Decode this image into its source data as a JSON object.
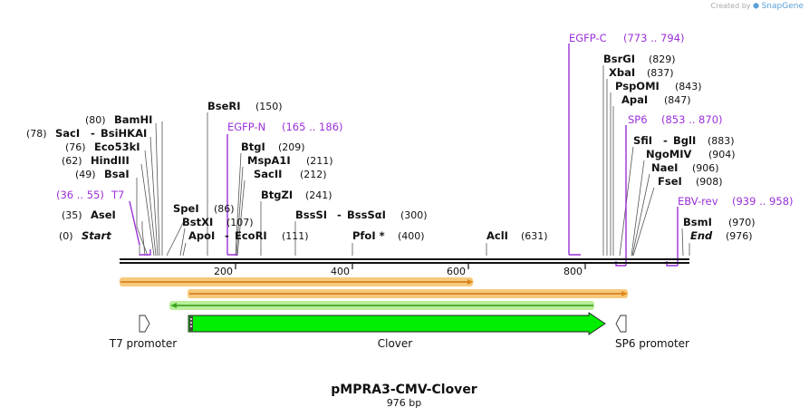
{
  "credit": {
    "text": "Created by",
    "brand": "SnapGene"
  },
  "plasmid": {
    "name": "pMPRA3-CMV-Clover",
    "size": "976 bp"
  },
  "ruler": {
    "ticks": [
      "200",
      "400",
      "600",
      "800"
    ]
  },
  "sites": [
    {
      "name": "Start",
      "pos": "(0)",
      "style": "italic"
    },
    {
      "name": "AseI",
      "pos": "(35)"
    },
    {
      "name": "T7",
      "pos": "(36 .. 55)",
      "style": "primer"
    },
    {
      "name": "BsaI",
      "pos": "(49)"
    },
    {
      "name": "HindIII",
      "pos": "(62)"
    },
    {
      "name": "Eco53kI",
      "pos": "(76)"
    },
    {
      "name": "SacI",
      "name2": "BsiHKAI",
      "pos": "(78)"
    },
    {
      "name": "BamHI",
      "pos": "(80)"
    },
    {
      "name": "SpeI",
      "pos": "(86)"
    },
    {
      "name": "BstXI",
      "pos": "(107)"
    },
    {
      "name": "ApoI",
      "name2": "EcoRI",
      "pos": "(111)"
    },
    {
      "name": "BseRI",
      "pos": "(150)"
    },
    {
      "name": "EGFP-N",
      "pos": "(165 .. 186)",
      "style": "primer"
    },
    {
      "name": "BtgI",
      "pos": "(209)"
    },
    {
      "name": "MspA1I",
      "pos": "(211)"
    },
    {
      "name": "SacII",
      "pos": "(212)"
    },
    {
      "name": "BtgZI",
      "pos": "(241)"
    },
    {
      "name": "BssSI",
      "name2": "BssSαI",
      "pos": "(300)"
    },
    {
      "name": "PfoI *",
      "pos": "(400)"
    },
    {
      "name": "AclI",
      "pos": "(631)"
    },
    {
      "name": "EGFP-C",
      "pos": "(773 .. 794)",
      "style": "primer"
    },
    {
      "name": "BsrGI",
      "pos": "(829)"
    },
    {
      "name": "XbaI",
      "pos": "(837)"
    },
    {
      "name": "PspOMI",
      "pos": "(843)"
    },
    {
      "name": "ApaI",
      "pos": "(847)"
    },
    {
      "name": "SP6",
      "pos": "(853 .. 870)",
      "style": "primer"
    },
    {
      "name": "SfiI",
      "name2": "BglI",
      "pos": "(883)"
    },
    {
      "name": "NgoMIV",
      "pos": "(904)"
    },
    {
      "name": "NaeI",
      "pos": "(906)"
    },
    {
      "name": "FseI",
      "pos": "(908)"
    },
    {
      "name": "EBV-rev",
      "pos": "(939 .. 958)",
      "style": "primer"
    },
    {
      "name": "BsmI",
      "pos": "(970)"
    },
    {
      "name": "End",
      "pos": "(976)",
      "style": "italic"
    }
  ],
  "features": [
    {
      "name": "T7 promoter",
      "type": "promoter"
    },
    {
      "name": "Clover",
      "type": "CDS",
      "color": "#00ee00"
    },
    {
      "name": "SP6 promoter",
      "type": "promoter"
    }
  ],
  "colors": {
    "primer": "#9b30d9",
    "orf_orange_fill": "#f7c97a",
    "orf_orange_core": "#e08a1e",
    "orf_green_fill": "#b9ee9a",
    "orf_green_core": "#3aa820",
    "cds": "#00ee00"
  }
}
